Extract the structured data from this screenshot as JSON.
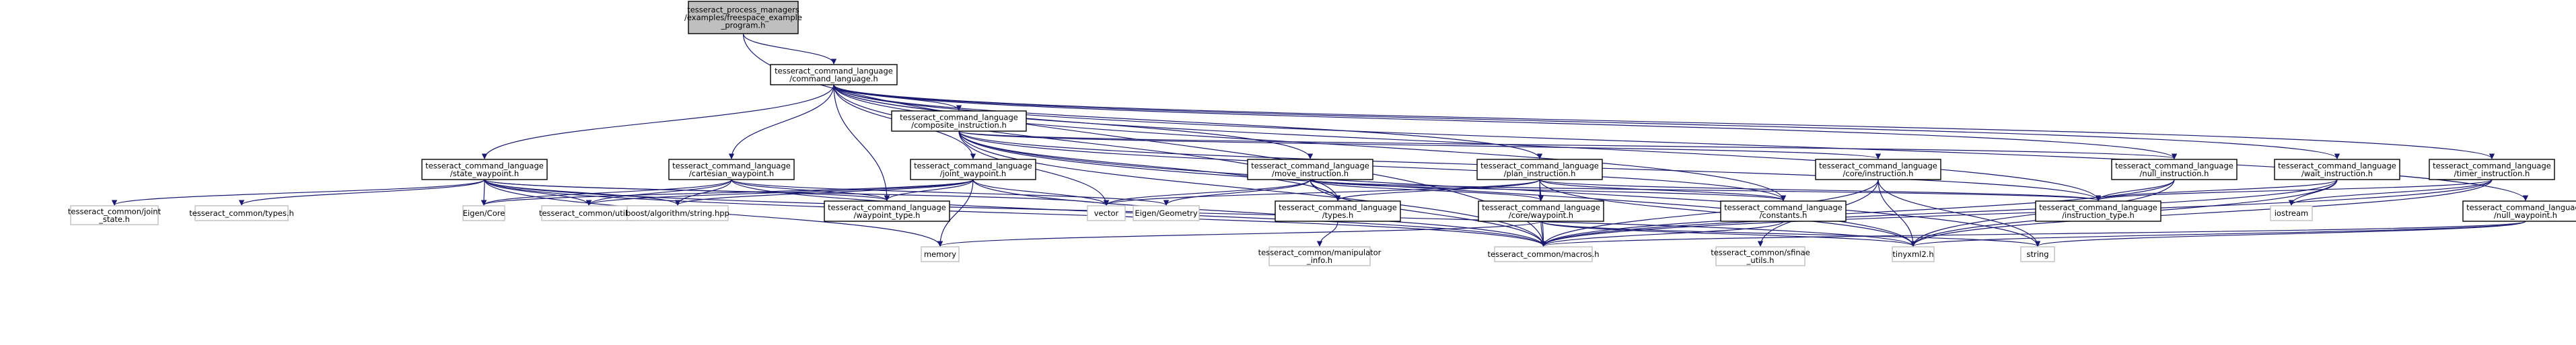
{
  "nodes": {
    "freespace_example": [
      "tesseract_process_managers",
      "/examples/freespace_example",
      "_program.h"
    ],
    "command_language": [
      "tesseract_command_language",
      "/command_language.h"
    ],
    "composite_instruction": [
      "tesseract_command_language",
      "/composite_instruction.h"
    ],
    "state_waypoint": [
      "tesseract_command_language",
      "/state_waypoint.h"
    ],
    "cartesian_waypoint": [
      "tesseract_command_language",
      "/cartesian_waypoint.h"
    ],
    "joint_waypoint": [
      "tesseract_command_language",
      "/joint_waypoint.h"
    ],
    "move_instruction": [
      "tesseract_command_language",
      "/move_instruction.h"
    ],
    "plan_instruction": [
      "tesseract_command_language",
      "/plan_instruction.h"
    ],
    "core_instruction": [
      "tesseract_command_language",
      "/core/instruction.h"
    ],
    "null_instruction": [
      "tesseract_command_language",
      "/null_instruction.h"
    ],
    "wait_instruction": [
      "tesseract_command_language",
      "/wait_instruction.h"
    ],
    "timer_instruction": [
      "tesseract_command_language",
      "/timer_instruction.h"
    ],
    "null_waypoint": [
      "tesseract_command_language",
      "/null_waypoint.h"
    ],
    "joint_state": [
      "tesseract_common/joint",
      "_state.h"
    ],
    "common_types": [
      "tesseract_common/types.h"
    ],
    "eigen_core": [
      "Eigen/Core"
    ],
    "common_utils": [
      "tesseract_common/utils.h"
    ],
    "boost_string": [
      "boost/algorithm/string.hpp"
    ],
    "vector": [
      "vector"
    ],
    "waypoint_type": [
      "tesseract_command_language",
      "/waypoint_type.h"
    ],
    "eigen_geometry": [
      "Eigen/Geometry"
    ],
    "types": [
      "tesseract_command_language",
      "/types.h"
    ],
    "core_waypoint": [
      "tesseract_command_language",
      "/core/waypoint.h"
    ],
    "constants": [
      "tesseract_command_language",
      "/constants.h"
    ],
    "instruction_type": [
      "tesseract_command_language",
      "/instruction_type.h"
    ],
    "iostream": [
      "iostream"
    ],
    "memory": [
      "memory"
    ],
    "macros": [
      "tesseract_common/macros.h"
    ],
    "manipulator_info": [
      "tesseract_common/manipulator",
      "_info.h"
    ],
    "sfinae_utils": [
      "tesseract_common/sfinae",
      "_utils.h"
    ],
    "tinyxml2": [
      "tinyxml2.h"
    ],
    "string": [
      "string"
    ]
  },
  "colors": {
    "edge": "#191970",
    "root_fill": "#bfbfbf",
    "external_border": "#bfbfbf",
    "border": "#000000"
  }
}
